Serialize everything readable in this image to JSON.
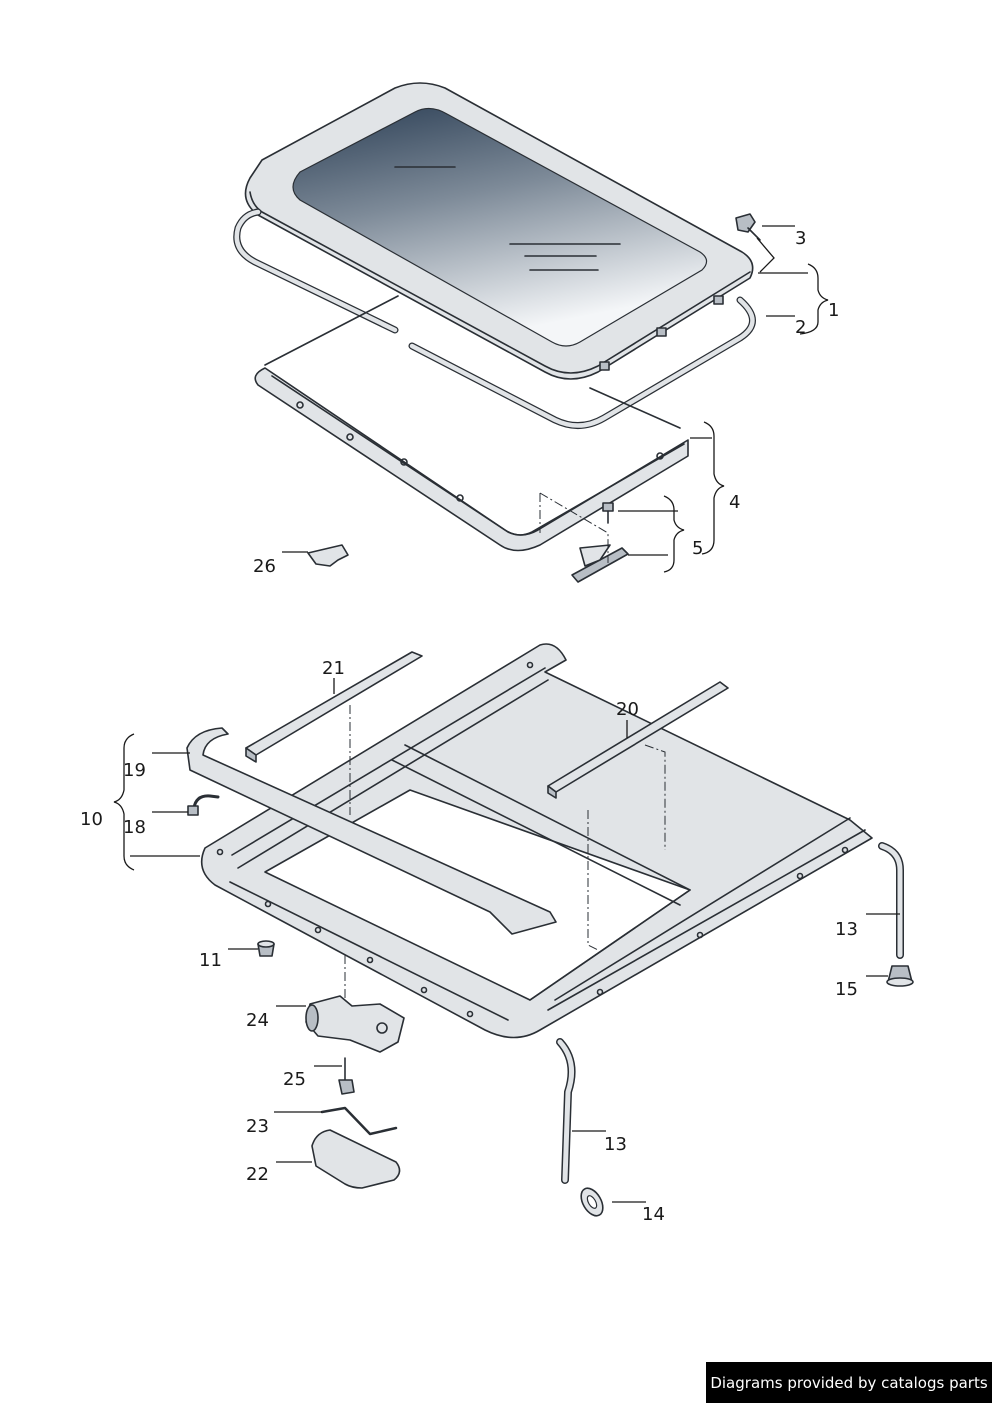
{
  "colors": {
    "line": "#2a2f35",
    "metal": "#e1e4e7",
    "metal_dark": "#b8bec5",
    "glass_dark": "#2c3f55",
    "banner_bg": "#000000",
    "banner_text": "#ffffff"
  },
  "callouts": {
    "p1": "1",
    "p2": "2",
    "p3": "3",
    "p4": "4",
    "p5": "5",
    "p10": "10",
    "p11": "11",
    "p13a": "13",
    "p13b": "13",
    "p14": "14",
    "p15": "15",
    "p18": "18",
    "p19": "19",
    "p20": "20",
    "p21": "21",
    "p22": "22",
    "p23": "23",
    "p24": "24",
    "p25": "25",
    "p26": "26"
  },
  "credit": "Diagrams provided by catalogs parts"
}
